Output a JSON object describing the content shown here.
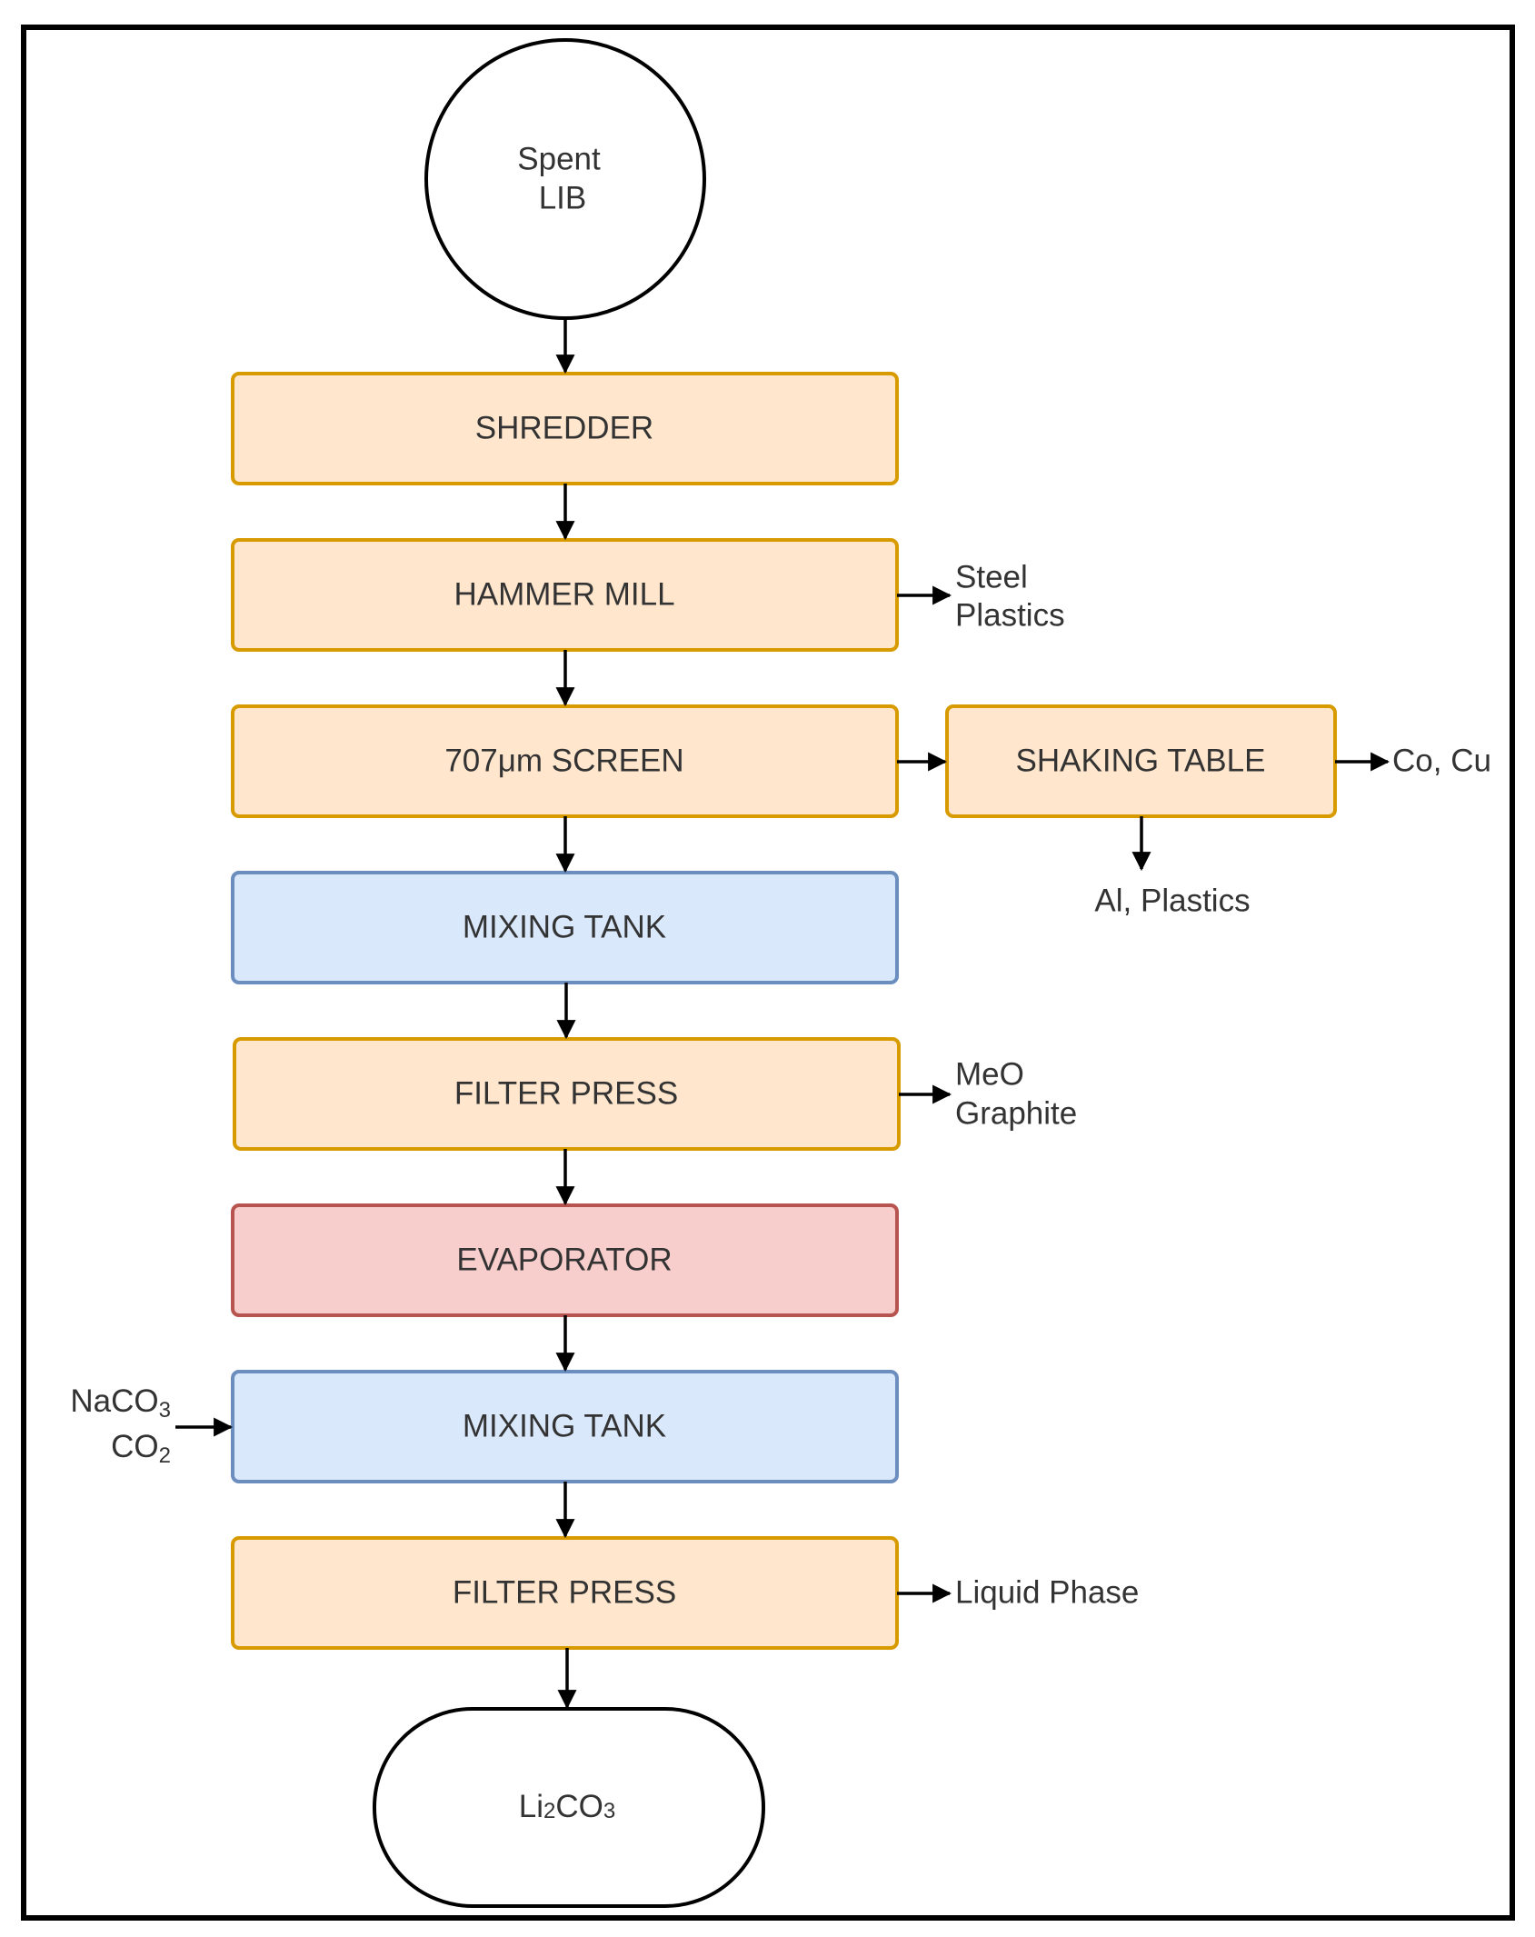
{
  "start": {
    "line1": "Spent",
    "line2": "LIB"
  },
  "steps": [
    {
      "label": "SHREDDER",
      "kind": "mechanical"
    },
    {
      "label": "HAMMER MILL",
      "kind": "mechanical"
    },
    {
      "label": "707μm SCREEN",
      "kind": "mechanical"
    },
    {
      "label": "MIXING TANK",
      "kind": "tank"
    },
    {
      "label": "FILTER PRESS",
      "kind": "mechanical"
    },
    {
      "label": "EVAPORATOR",
      "kind": "thermal"
    },
    {
      "label": "MIXING TANK",
      "kind": "tank"
    },
    {
      "label": "FILTER PRESS",
      "kind": "mechanical"
    }
  ],
  "side_unit": {
    "label": "SHAKING TABLE"
  },
  "outputs": {
    "hammer_mill": {
      "line1": "Steel",
      "line2": "Plastics"
    },
    "shaking_table_right": "Co, Cu",
    "shaking_table_down": "Al, Plastics",
    "filter_press_1": {
      "line1": "MeO",
      "line2": "Graphite"
    },
    "filter_press_2": "Liquid Phase"
  },
  "inputs": {
    "mixing_tank_2": {
      "line1_base": "NaCO",
      "line1_sub": "3",
      "line2_base": "CO",
      "line2_sub": "2"
    }
  },
  "end": {
    "base1": "Li",
    "sub1": "2",
    "base2": "CO",
    "sub2": "3"
  },
  "colors": {
    "mechanical_fill": "#ffe6cc",
    "mechanical_stroke": "#d79b00",
    "tank_fill": "#dae8fc",
    "tank_stroke": "#6c8ebf",
    "thermal_fill": "#f8cecc",
    "thermal_stroke": "#b85450",
    "frame": "#000000",
    "arrow": "#000000"
  }
}
